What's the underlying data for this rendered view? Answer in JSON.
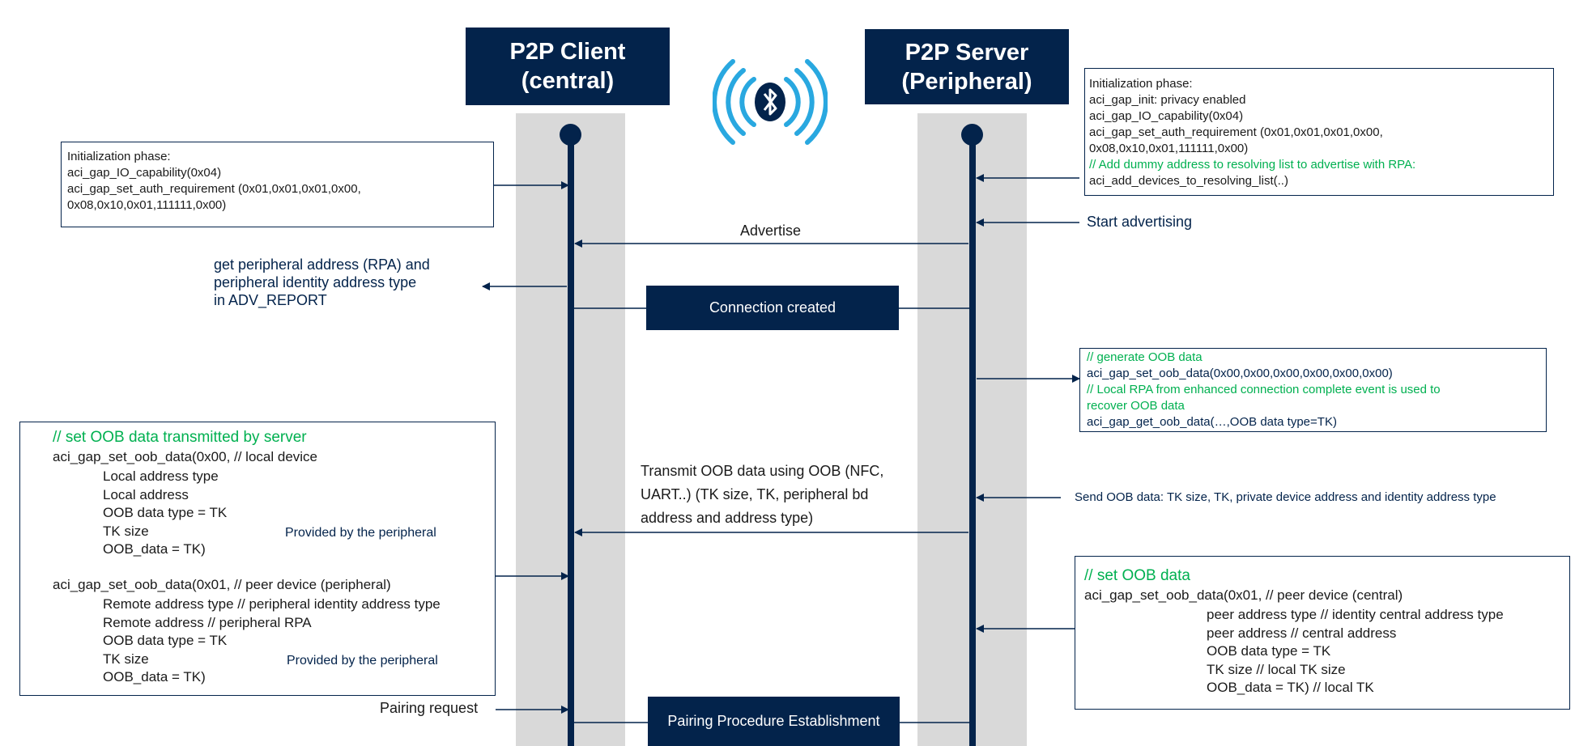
{
  "headers": {
    "client": [
      "P2P Client",
      "(central)"
    ],
    "server": [
      "P2P Server",
      "(Peripheral)"
    ]
  },
  "client_init": {
    "lines": [
      "Initialization phase:",
      "aci_gap_IO_capability(0x04)",
      "aci_gap_set_auth_requirement (0x01,0x01,0x01,0x00,",
      "0x08,0x10,0x01,111111,0x00)"
    ]
  },
  "server_init": {
    "lines": [
      "Initialization phase:",
      "aci_gap_init: privacy enabled",
      "aci_gap_IO_capability(0x04)",
      "aci_gap_set_auth_requirement (0x01,0x01,0x01,0x00,",
      "0x08,0x10,0x01,111111,0x00)",
      "// Add dummy address to resolving list to advertise with RPA:",
      "aci_add_devices_to_resolving_list(..)"
    ]
  },
  "labels": {
    "start_advertising": "Start advertising",
    "advertise": "Advertise",
    "get_peripheral_address": [
      "get peripheral address (RPA) and",
      "peripheral  identity address type",
      "in ADV_REPORT"
    ],
    "connection_created": "Connection created",
    "transmit_oob": [
      "Transmit OOB data using OOB (NFC,",
      "UART..) (TK size, TK, peripheral bd",
      "address and address type)"
    ],
    "send_oob": "Send OOB data: TK size, TK, private device address and identity address type",
    "pairing_request": "Pairing request",
    "pairing_procedure": "Pairing Procedure Establishment"
  },
  "server_oob_generate": {
    "lines": [
      "// generate OOB data",
      "aci_gap_set_oob_data(0x00,0x00,0x00,0x00,0x00,0x00)",
      "// Local RPA from enhanced connection complete event is used to",
      "recover OOB data",
      "aci_gap_get_oob_data(…,OOB data type=TK)"
    ]
  },
  "client_set_oob": {
    "comment": "// set OOB data transmitted by server",
    "call1": "aci_gap_set_oob_data(0x00, // local device",
    "call1_params": [
      "Local address type",
      "Local address",
      "OOB data type = TK",
      "TK size",
      "OOB_data = TK)"
    ],
    "call2": "aci_gap_set_oob_data(0x01, // peer device (peripheral)",
    "call2_params": [
      "Remote address type // peripheral identity address type",
      "Remote address // peripheral RPA",
      "OOB data type = TK",
      "TK size",
      "OOB_data = TK)"
    ],
    "provided_1": "Provided by the peripheral",
    "provided_2": "Provided by the peripheral"
  },
  "server_set_oob": {
    "comment": "// set OOB data",
    "call": "aci_gap_set_oob_data(0x01, // peer device (central)",
    "params": [
      "peer address type // identity central address type",
      "peer address // central address",
      "OOB data type = TK",
      "TK size // local TK size",
      "OOB_data = TK) // local TK"
    ]
  },
  "colors": {
    "navy": "#03234b",
    "lane_gray": "#d9d9d9",
    "comment_green": "#00b050",
    "bluetooth_blue": "#29a8e0"
  }
}
